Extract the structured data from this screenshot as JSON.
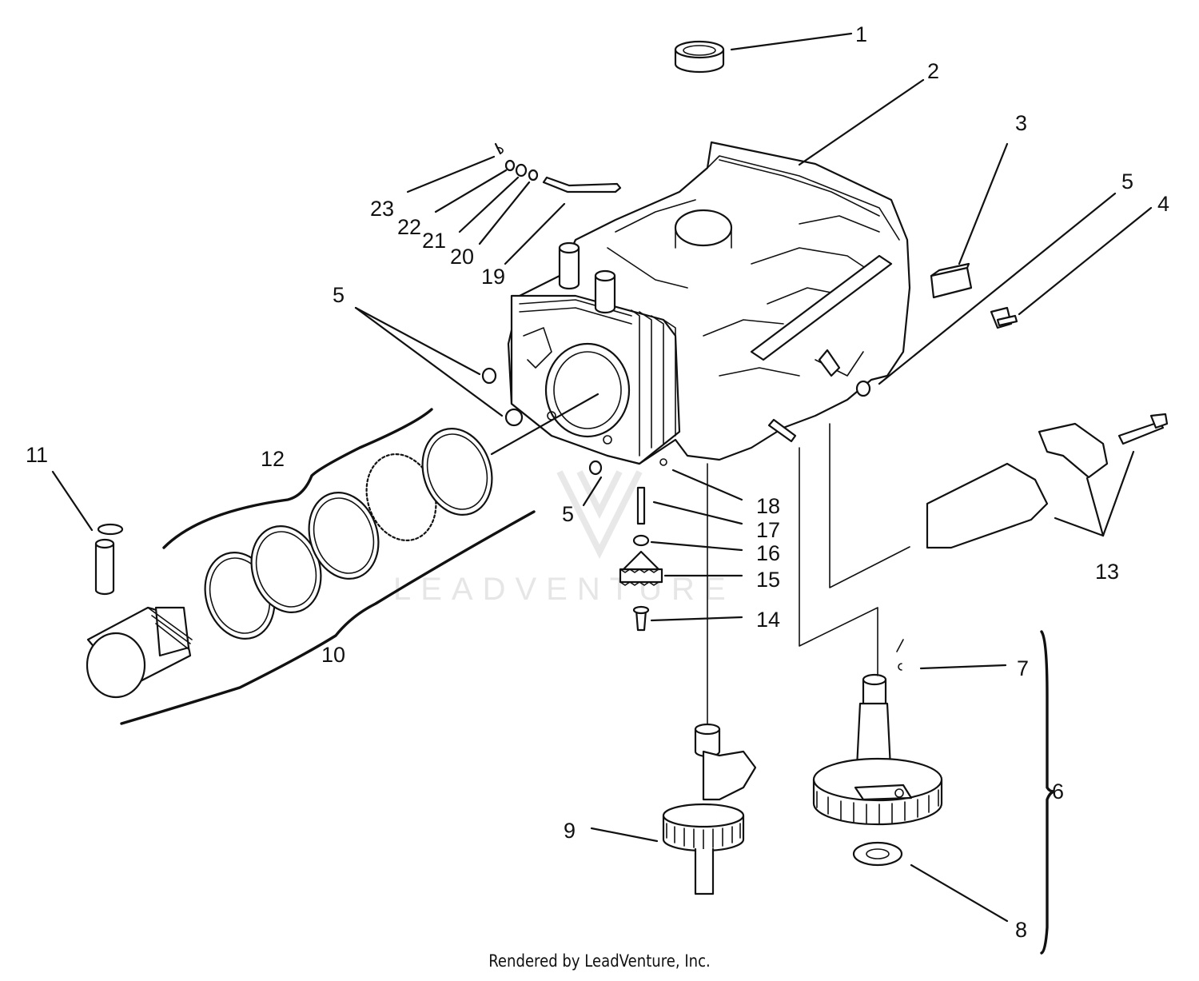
{
  "watermark": "LEADVENTURE",
  "footer": "Rendered by LeadVenture, Inc.",
  "callouts": {
    "n1": "1",
    "n2": "2",
    "n3": "3",
    "n4": "4",
    "n5a": "5",
    "n5b": "5",
    "n5c": "5",
    "n6": "6",
    "n7": "7",
    "n8": "8",
    "n9": "9",
    "n10": "10",
    "n11": "11",
    "n12": "12",
    "n13": "13",
    "n14": "14",
    "n15": "15",
    "n16": "16",
    "n17": "17",
    "n18": "18",
    "n19": "19",
    "n20": "20",
    "n21": "21",
    "n22": "22",
    "n23": "23"
  }
}
